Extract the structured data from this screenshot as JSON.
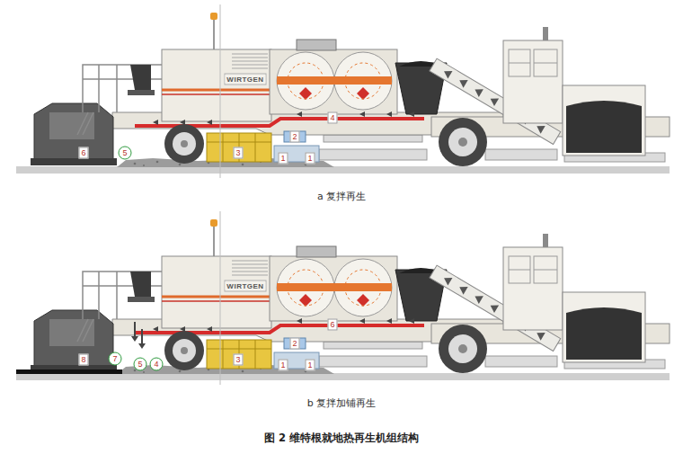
{
  "diagram": {
    "caption": "图 2 维特根就地热再生机组结构",
    "labels": [
      "WIRTGEN",
      "6",
      "5",
      "3",
      "2",
      "1",
      "1",
      "4",
      "a 复拌再生",
      "WIRTGEN",
      "8",
      "7",
      "5",
      "4",
      "3",
      "2",
      "1",
      "1",
      "6",
      "b 复拌加铺再生"
    ]
  }
}
